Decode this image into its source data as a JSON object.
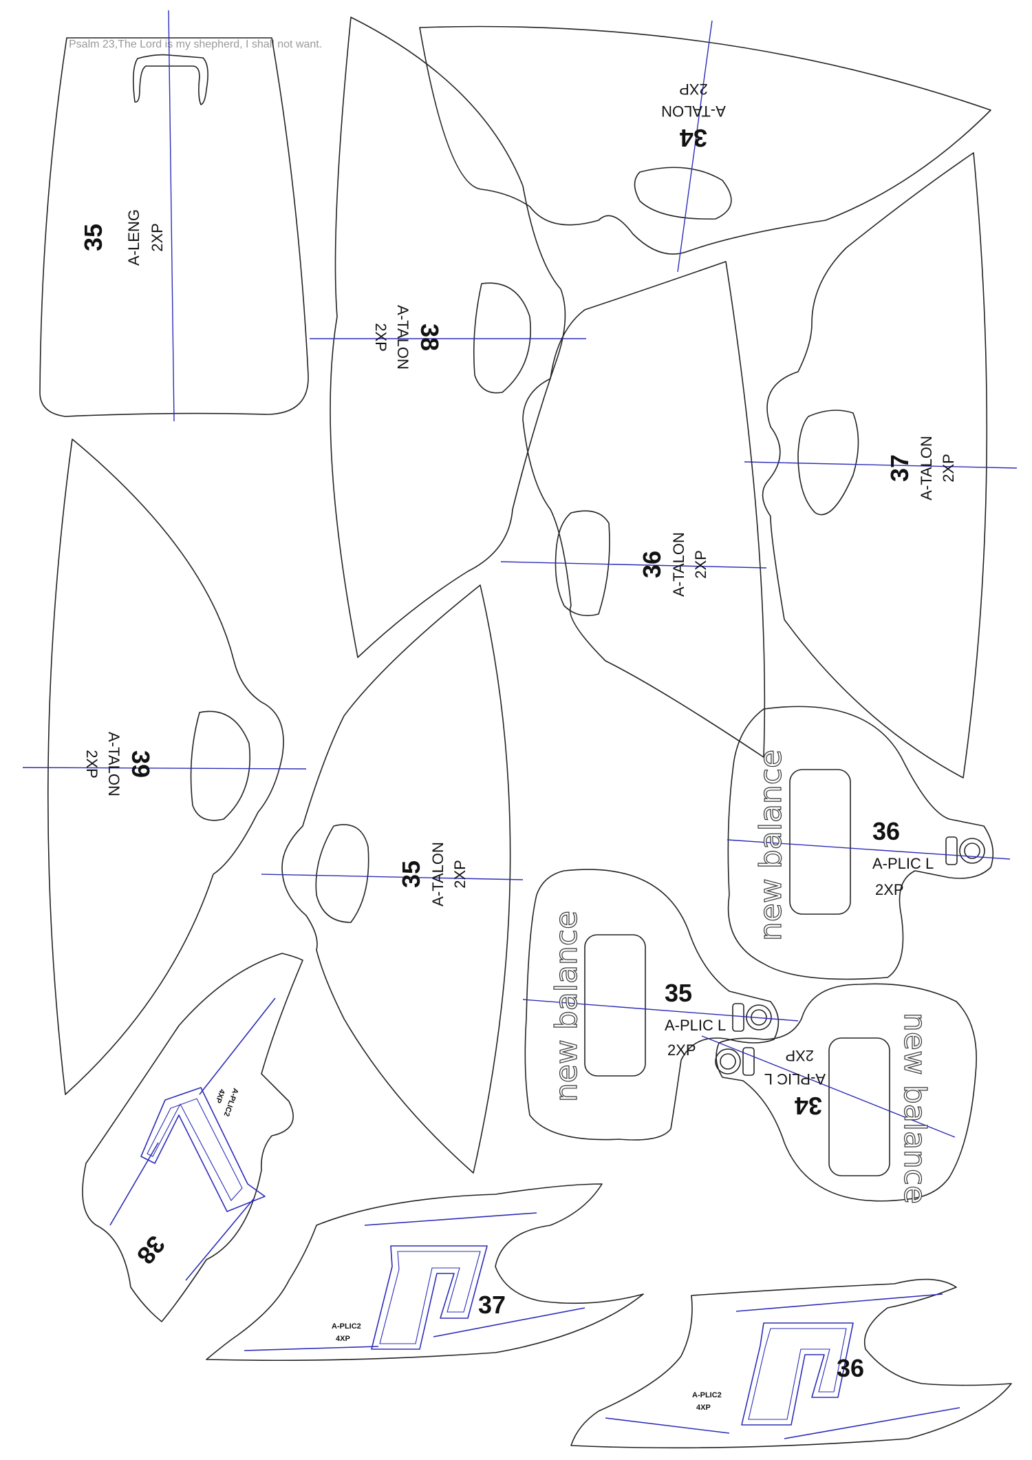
{
  "header_text": "Psalm 23,The Lord is my shepherd, I shall not want.",
  "logo_text": "new balance",
  "colors": {
    "outline": "#222222",
    "guide": "#2b2bb8",
    "header": "#999999"
  },
  "pieces": [
    {
      "id": "leng-35",
      "size": "35",
      "name": "A-LENG",
      "qty": "2XP"
    },
    {
      "id": "talon-38",
      "size": "38",
      "name": "A-TALON",
      "qty": "2XP"
    },
    {
      "id": "talon-34",
      "size": "34",
      "name": "A-TALON",
      "qty": "2XP"
    },
    {
      "id": "talon-37",
      "size": "37",
      "name": "A-TALON",
      "qty": "2XP"
    },
    {
      "id": "talon-36",
      "size": "36",
      "name": "A-TALON",
      "qty": "2XP"
    },
    {
      "id": "talon-39",
      "size": "39",
      "name": "A-TALON",
      "qty": "2XP"
    },
    {
      "id": "talon-35",
      "size": "35",
      "name": "A-TALON",
      "qty": "2XP"
    },
    {
      "id": "plic-36",
      "size": "36",
      "name": "A-PLIC L",
      "qty": "2XP"
    },
    {
      "id": "plic-35",
      "size": "35",
      "name": "A-PLIC L",
      "qty": "2XP"
    },
    {
      "id": "plic-34",
      "size": "34",
      "name": "A-PLIC L",
      "qty": "2XP"
    },
    {
      "id": "plic2-38",
      "size": "38",
      "name": "A-PLIC2",
      "qty": "4XP"
    },
    {
      "id": "plic2-37",
      "size": "37",
      "name": "A-PLIC2",
      "qty": "4XP"
    },
    {
      "id": "plic2-36",
      "size": "36",
      "name": "A-PLIC2",
      "qty": "4XP"
    }
  ]
}
